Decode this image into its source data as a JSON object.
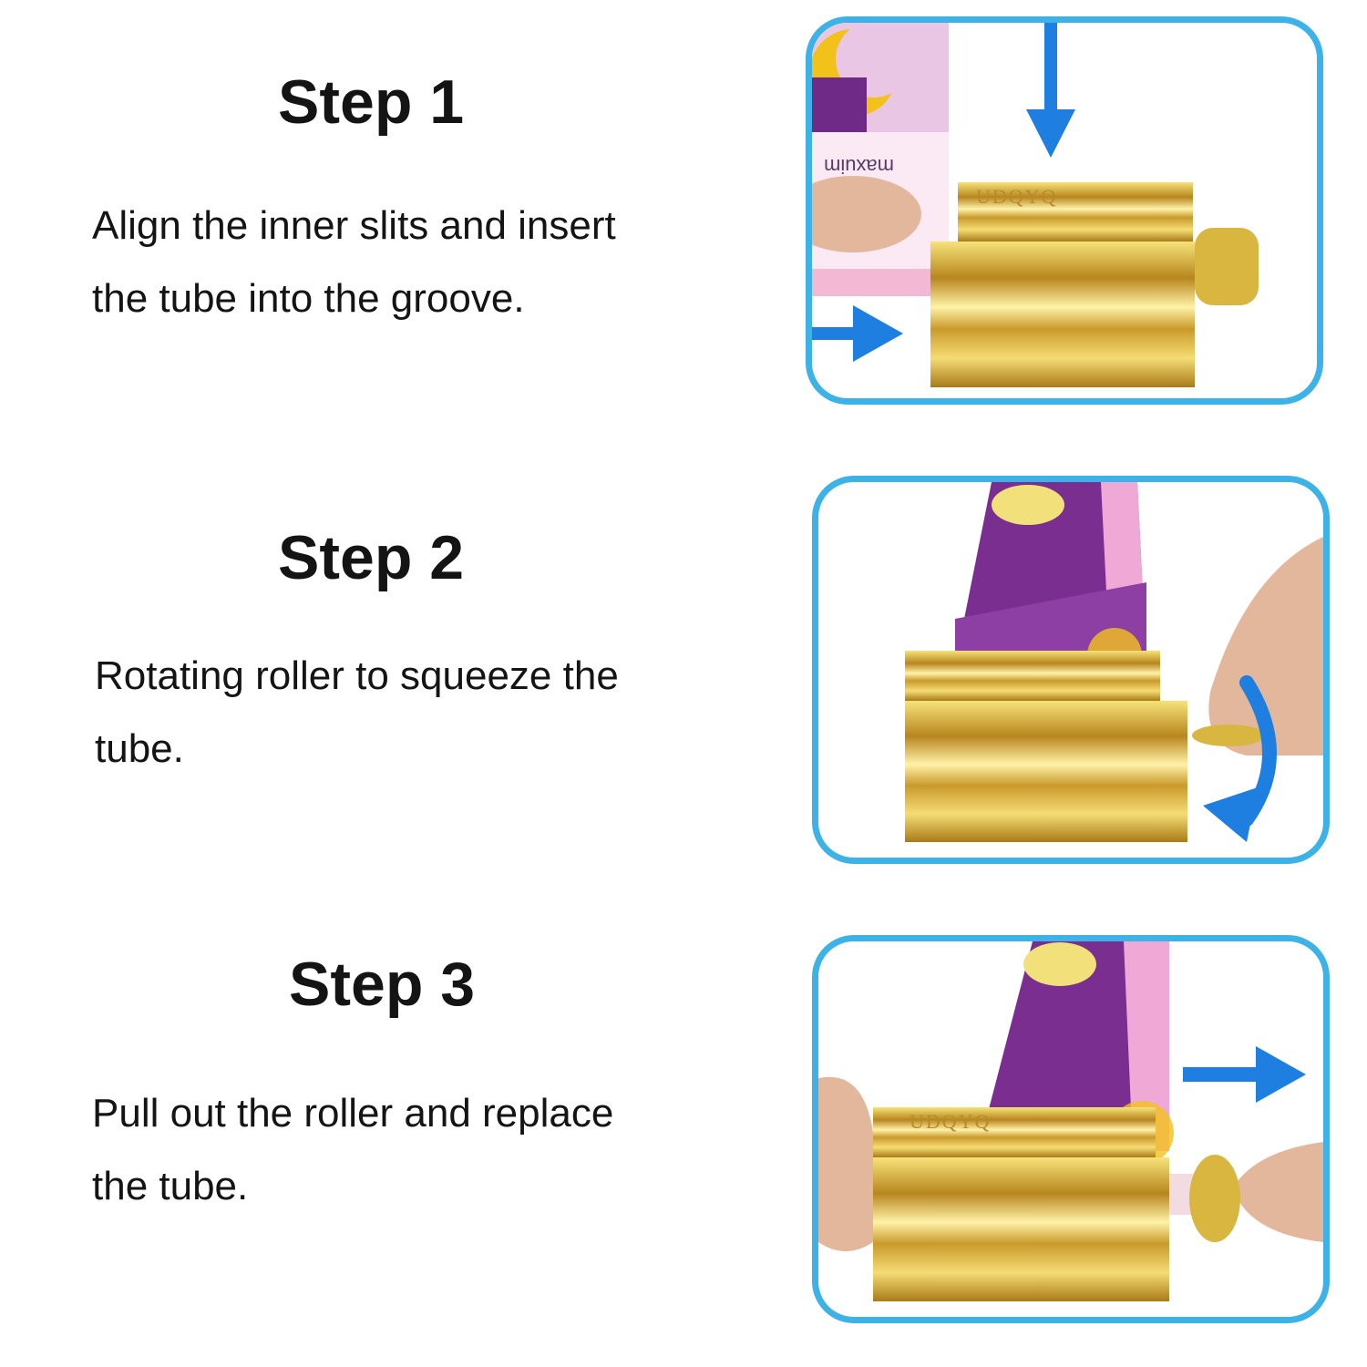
{
  "steps": [
    {
      "title": "Step 1",
      "description_line1": "Align the inner slits and insert",
      "description_line2": "the tube into the groove.",
      "arrows": [
        "down-arrow-icon",
        "right-arrow-icon"
      ]
    },
    {
      "title": "Step 2",
      "description_line1": "Rotating roller to squeeze the",
      "description_line2": "tube.",
      "arrows": [
        "rotate-arrow-icon"
      ]
    },
    {
      "title": "Step 3",
      "description_line1": "Pull out the roller and replace",
      "description_line2": "the tube.",
      "arrows": [
        "right-arrow-icon"
      ]
    }
  ],
  "product": {
    "brand_engraving": "UDQYQ",
    "tube_print": "maxuim"
  },
  "colors": {
    "panel_border": "#3db2e6",
    "arrow": "#1f7fe0",
    "gold": "#d9b640",
    "tube_purple": "#7a2e8f",
    "tube_pink": "#f0a9d6"
  }
}
